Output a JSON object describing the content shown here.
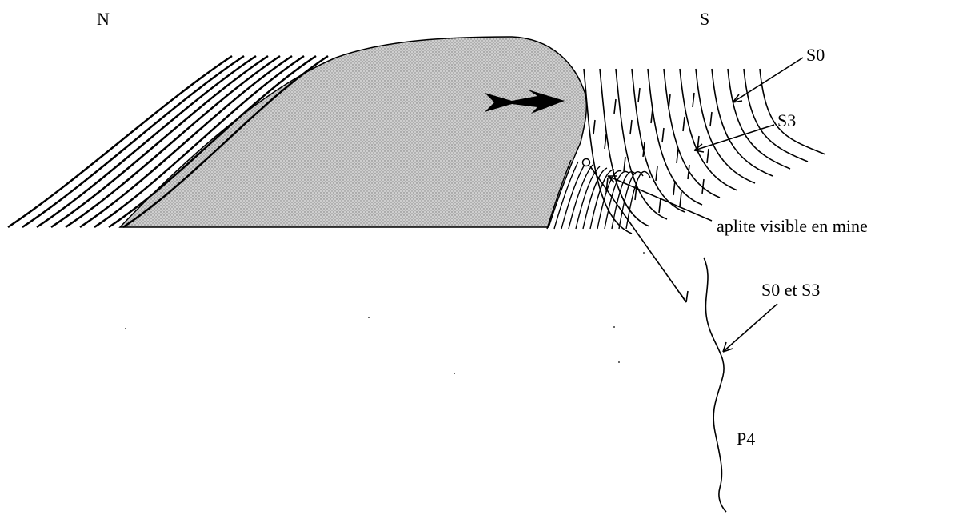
{
  "labels": {
    "north": "N",
    "south": "S",
    "s0": "S0",
    "s3": "S3",
    "aplite": "aplite visible en mine",
    "s0_et_s3": "S0  et S3",
    "p4": "P4"
  },
  "colors": {
    "line": "#000000",
    "intrusion_fill": "#c8c8c8",
    "background": "#ffffff"
  },
  "icons": {
    "thrust_arrow": "thick-black-arrow"
  }
}
